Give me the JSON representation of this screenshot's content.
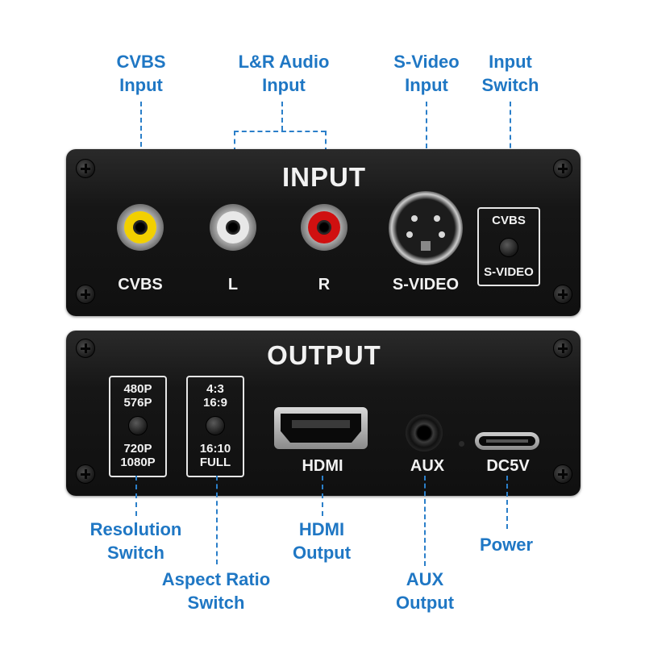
{
  "callouts": {
    "cvbs_input": [
      "CVBS",
      "Input"
    ],
    "lr_audio_input": [
      "L&R Audio",
      "Input"
    ],
    "svideo_input": [
      "S-Video",
      "Input"
    ],
    "input_switch": [
      "Input",
      "Switch"
    ],
    "resolution_switch": [
      "Resolution",
      "Switch"
    ],
    "aspect_ratio_switch": [
      "Aspect Ratio",
      "Switch"
    ],
    "hdmi_output": [
      "HDMI",
      "Output"
    ],
    "aux_output": [
      "AUX",
      "Output"
    ],
    "power": [
      "Power"
    ]
  },
  "input_panel": {
    "title": "INPUT",
    "labels": {
      "cvbs": "CVBS",
      "left": "L",
      "right": "R",
      "svideo": "S-VIDEO"
    },
    "switch": {
      "top": "CVBS",
      "bottom": "S-VIDEO"
    }
  },
  "output_panel": {
    "title": "OUTPUT",
    "resolution_switch": {
      "top": [
        "480P",
        "576P"
      ],
      "bottom": [
        "720P",
        "1080P"
      ]
    },
    "aspect_switch": {
      "top": [
        "4:3",
        "16:9"
      ],
      "bottom": [
        "16:10",
        "FULL"
      ]
    },
    "labels": {
      "hdmi": "HDMI",
      "aux": "AUX",
      "power": "DC5V"
    }
  },
  "colors": {
    "callout": "#1f77c4",
    "leader": "#2b7fc9",
    "panel": "#141414",
    "rca_yellow": "#f2d000",
    "rca_white": "#e8e8e8",
    "rca_red": "#d01010"
  }
}
